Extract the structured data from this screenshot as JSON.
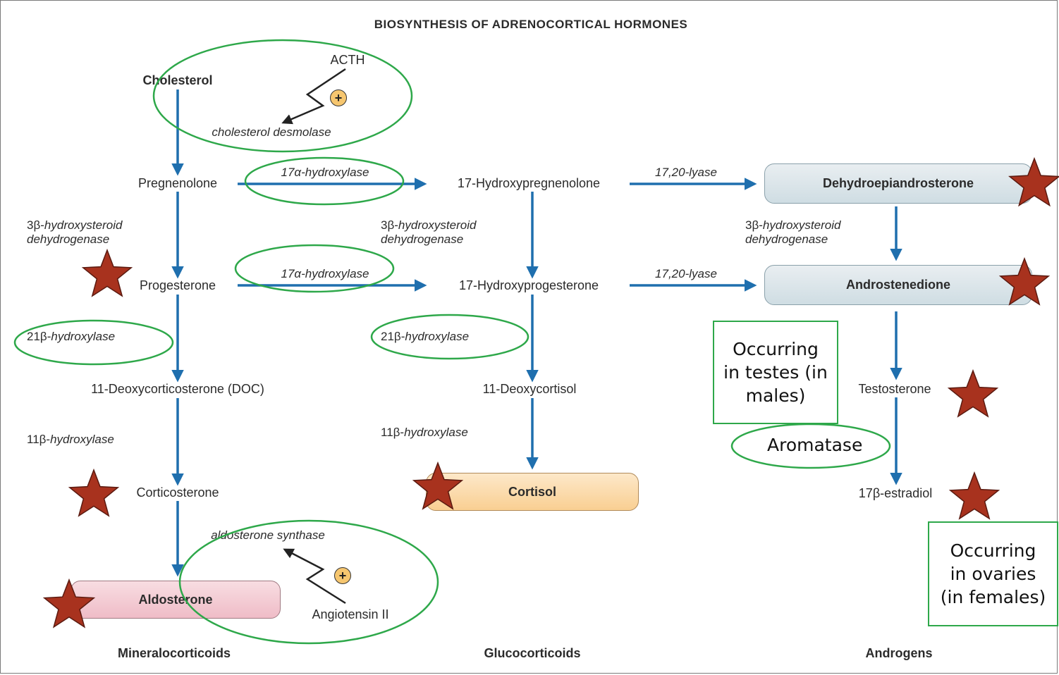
{
  "title": "BIOSYNTHESIS OF ADRENOCORTICAL HORMONES",
  "regulators": {
    "acth": "ACTH",
    "angiotensin": "Angiotensin II",
    "plus_symbol": "+"
  },
  "compounds": {
    "cholesterol": "Cholesterol",
    "pregnenolone": "Pregnenolone",
    "hydroxypregnenolone": "17-Hydroxypregnenolone",
    "dhea": "Dehydroepiandrosterone",
    "progesterone": "Progesterone",
    "hydroxyprogesterone": "17-Hydroxyprogesterone",
    "androstenedione": "Androstenedione",
    "doc": "11-Deoxycorticosterone (DOC)",
    "deoxycortisol": "11-Deoxycortisol",
    "testosterone": "Testosterone",
    "corticosterone": "Corticosterone",
    "cortisol": "Cortisol",
    "estradiol": "17β-estradiol",
    "aldosterone": "Aldosterone"
  },
  "enzymes": {
    "desmolase": "cholesterol desmolase",
    "hydroxylase17a_1": "17α-hydroxylase",
    "hydroxylase17a_2": "17α-hydroxylase",
    "lyase_1": "17,20-lyase",
    "lyase_2": "17,20-lyase",
    "hsd_col1": {
      "prefix": "3β-",
      "name": "hydroxysteroid",
      "line2": "dehydrogenase"
    },
    "hsd_col2": {
      "prefix": "3β-",
      "name": "hydroxysteroid",
      "line2": "dehydrogenase"
    },
    "hsd_col3": {
      "prefix": "3β-",
      "name": "hydroxysteroid",
      "line2": "dehydrogenase"
    },
    "hydroxylase21_1": {
      "prefix": "21β-",
      "name": "hydroxylase"
    },
    "hydroxylase21_2": {
      "prefix": "21β-",
      "name": "hydroxylase"
    },
    "hydroxylase11_1": {
      "prefix": "11β-",
      "name": "hydroxylase"
    },
    "hydroxylase11_2": {
      "prefix": "11β-",
      "name": "hydroxylase"
    },
    "aldo_synthase": "aldosterone synthase"
  },
  "categories": {
    "mineralocorticoids": "Mineralocorticoids",
    "glucocorticoids": "Glucocorticoids",
    "androgens": "Androgens"
  },
  "annotations": {
    "testes_note": [
      "Occurring",
      "in testes (in",
      "males)"
    ],
    "ovaries_note": [
      "Occurring",
      "in ovaries",
      "(in females)"
    ],
    "aromatase": "Aromatase"
  },
  "colors": {
    "arrow": "#1f6fae",
    "highlight_ellipse": "#2ea84a",
    "star": "#a8321e",
    "star_outline": "#5a1a10"
  }
}
